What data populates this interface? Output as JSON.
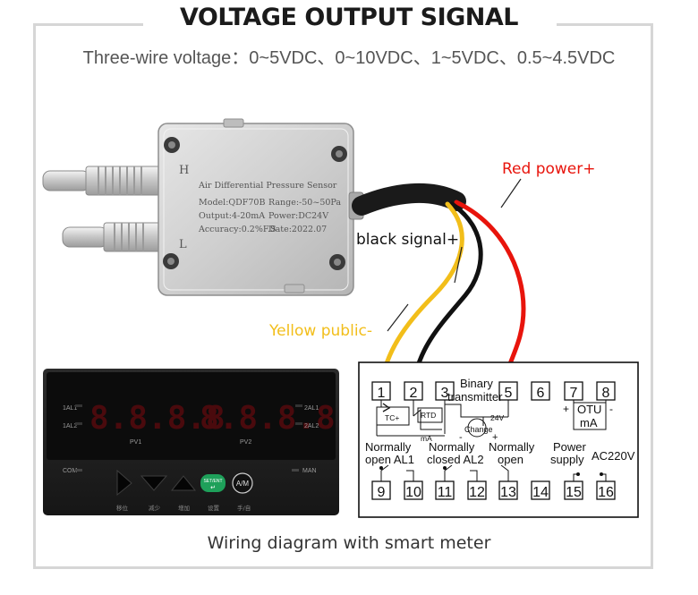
{
  "header": {
    "title": "VOLTAGE OUTPUT SIGNAL",
    "subtitle": "Three-wire voltage：0~5VDC、0~10VDC、1~5VDC、0.5~4.5VDC"
  },
  "sensor": {
    "line1": "Air Differential Pressure Sensor",
    "model": "Model:QDF70B",
    "range": "Range:-50~50Pa",
    "output": "Output:4-20mA",
    "power": "Power:DC24V",
    "accuracy": "Accuracy:0.2%F.S",
    "date": "Date:2022.07",
    "port_high": "H",
    "port_low": "L"
  },
  "wires": {
    "red": {
      "label": "Red power+",
      "color": "#e8140c"
    },
    "black": {
      "label": "black signal+",
      "color": "#111111"
    },
    "yellow": {
      "label": "Yellow public-",
      "color": "#f2be1a"
    }
  },
  "meter": {
    "pv1_digits": "8.8.8.8",
    "pv2_digits": "8.8.8.8",
    "pv1_label": "PV1",
    "pv2_label": "PV2",
    "al1": "1AL1",
    "al2": "1AL2",
    "al3": "2AL1",
    "al4": "2AL2",
    "com": "COM",
    "man": "MAN",
    "set_ent": "SET/ENT",
    "am": "A/M",
    "bottom_labels": [
      "移位",
      "减少",
      "增加",
      "设置",
      "手/自"
    ],
    "digit_color": "#e0222a"
  },
  "terminals": {
    "top": [
      "1",
      "2",
      "3",
      "5",
      "6",
      "7",
      "8"
    ],
    "bottom": [
      "9",
      "10",
      "11",
      "12",
      "13",
      "14",
      "15",
      "16"
    ],
    "binary_transmitter": "Binary\ntransmitter",
    "tc": "TC+",
    "rtd": "RTD",
    "ma": "mA",
    "change": "Change",
    "v24": "24V",
    "otu": "OTU",
    "otu_ma": "mA",
    "groups": [
      "Normally\nopen AL1",
      "Normally\nclosed AL2",
      "Normally\nopen",
      "Power\nsupply",
      "AC220V"
    ]
  },
  "caption": "Wiring diagram with smart meter"
}
